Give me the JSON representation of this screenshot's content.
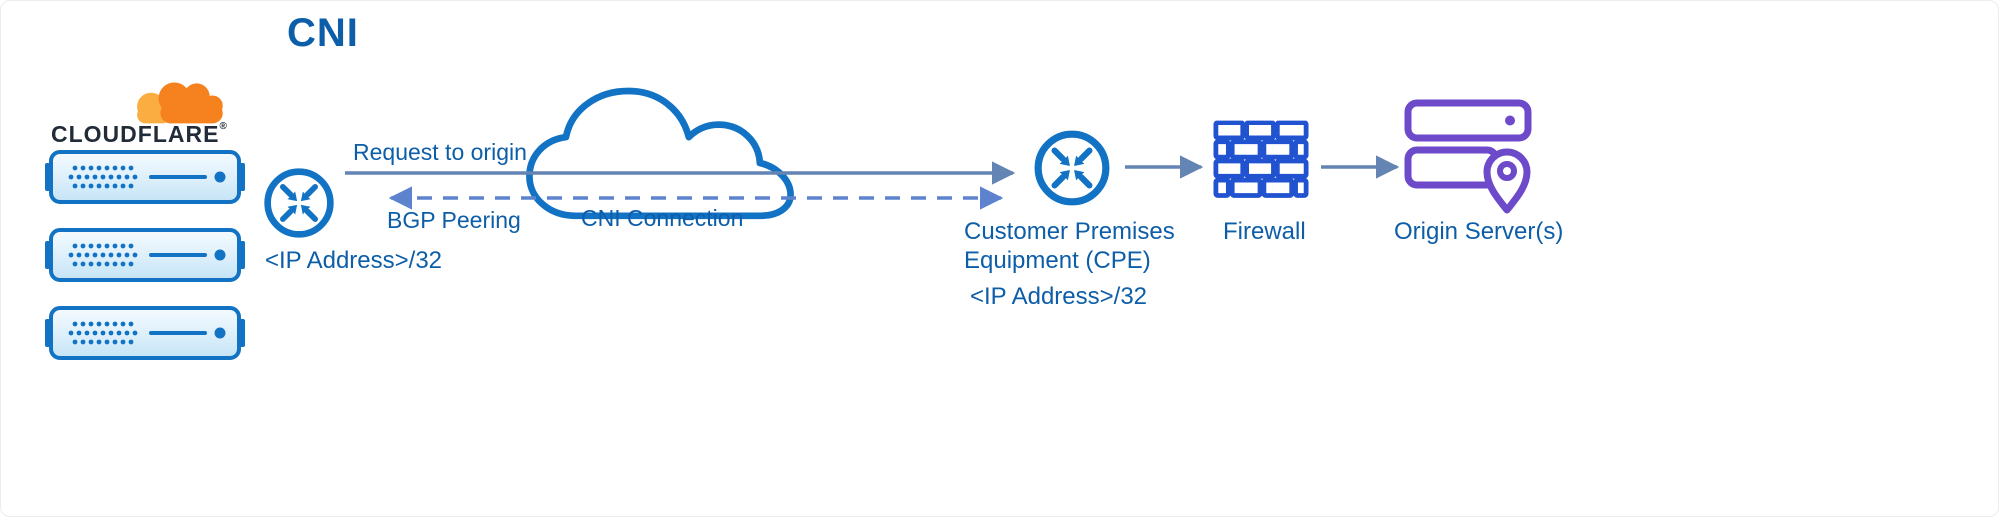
{
  "title": "CNI",
  "logo": {
    "wordmark": "CLOUDFLARE",
    "trademark": "®"
  },
  "edge_router": {
    "ip": "<IP Address>/32"
  },
  "flows": {
    "request": "Request to origin",
    "bgp": "BGP Peering",
    "cloud": "CNI Connection"
  },
  "cpe": {
    "name_line1": "Customer Premises",
    "name_line2": "Equipment (CPE)",
    "ip": "<IP Address>/32"
  },
  "firewall": {
    "label": "Firewall"
  },
  "origin": {
    "label": "Origin Server(s)"
  },
  "icons": {
    "brand": "cloudflare-cloud-icon",
    "edge_servers": "edge-server-icon",
    "edge_router": "router-icon",
    "network": "cni-cloud-icon",
    "cpe_router": "router-icon",
    "firewall": "firewall-brick-icon",
    "origin": "server-stack-with-location-pin-icon"
  },
  "colors": {
    "icon_blue": "#1273C4",
    "firewall_blue": "#2153D0",
    "label_blue": "#0D5EA9",
    "solid_arrow": "#6484B4",
    "dashed_arrow": "#5D83CF",
    "origin_purple": "#6C4AC9",
    "brand_orange": "#F6821F",
    "brand_orange_light": "#FBAD41",
    "wordmark_dark": "#222C38"
  }
}
